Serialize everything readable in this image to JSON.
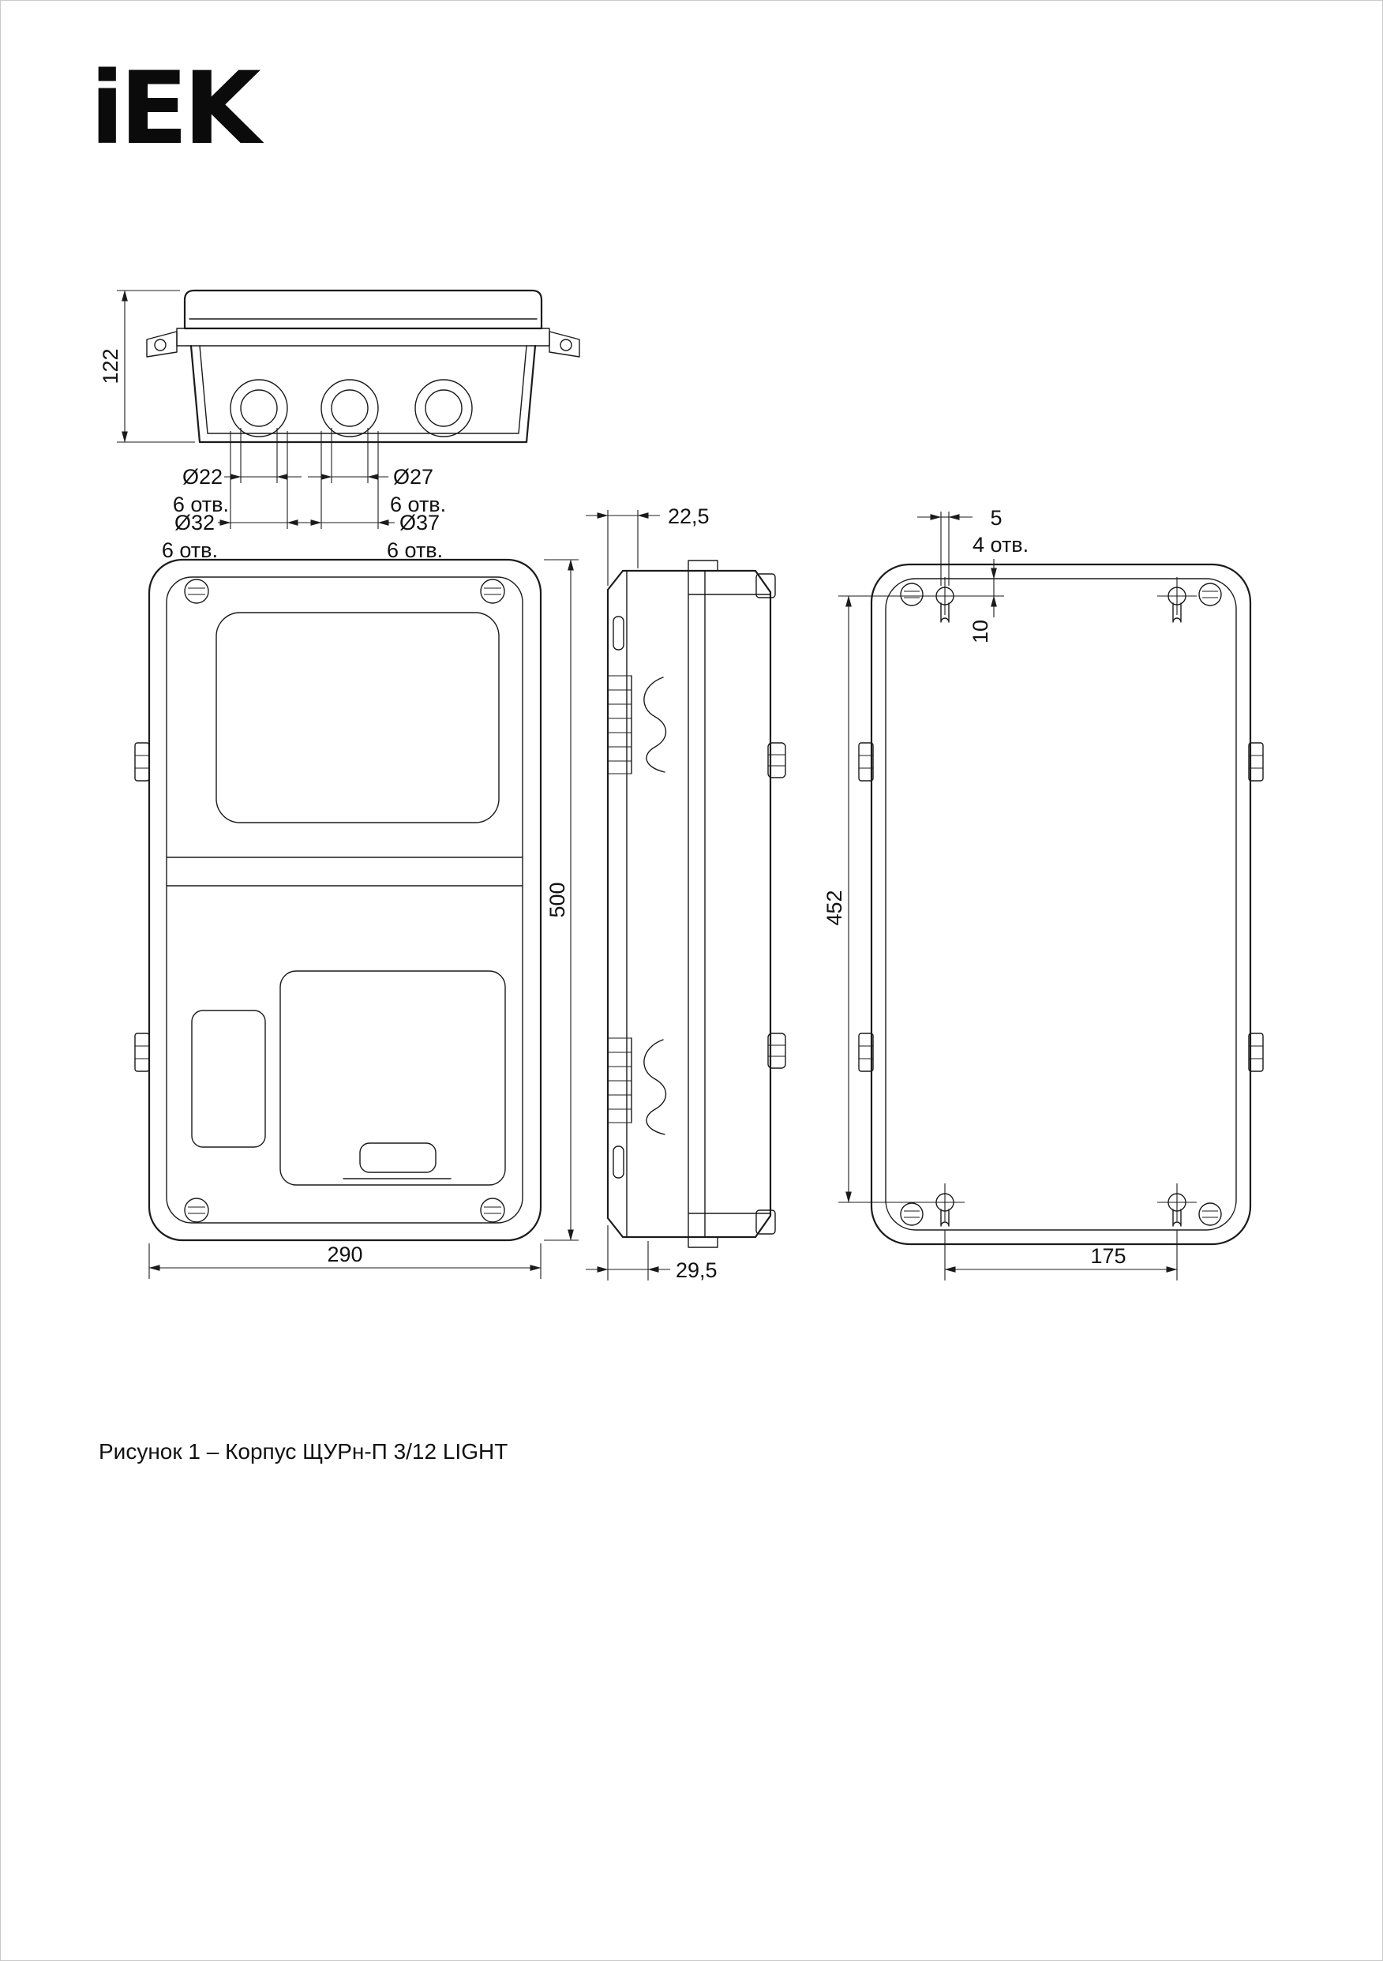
{
  "branding": {
    "logo": "iEK"
  },
  "caption": "Рисунок 1 – Корпус ЩУРн-П 3/12 LIGHT",
  "views": {
    "top": {
      "depth": "122",
      "knockouts": [
        {
          "dia": "Ø22",
          "count": "6 отв."
        },
        {
          "dia": "Ø27",
          "count": "6 отв."
        },
        {
          "dia": "Ø32",
          "count": "6 отв."
        },
        {
          "dia": "Ø37",
          "count": "6 отв."
        }
      ]
    },
    "front": {
      "width": "290",
      "height": "500"
    },
    "side": {
      "lid_depth": "22,5",
      "base_depth": "29,5"
    },
    "back": {
      "slot_width": "5",
      "holes_label": "4 отв.",
      "hole_offset": "10",
      "mount_height": "452",
      "mount_width": "175"
    }
  }
}
